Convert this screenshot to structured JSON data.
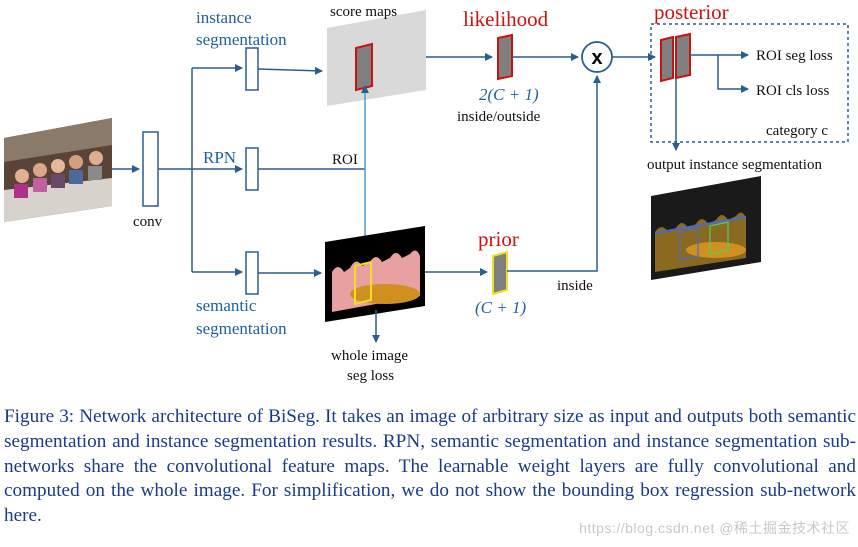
{
  "labels": {
    "instance_line1": "instance",
    "instance_line2": "segmentation",
    "rpn": "RPN",
    "semantic_line1": "semantic",
    "semantic_line2": "segmentation",
    "conv": "conv",
    "score_maps": "score maps",
    "roi": "ROI",
    "likelihood": "likelihood",
    "likelihood_dim": "2(C + 1)",
    "inside_outside": "inside/outside",
    "prior": "prior",
    "prior_dim": "(C + 1)",
    "inside": "inside",
    "multiply": "x",
    "posterior": "posterior",
    "roi_seg_loss": "ROI seg loss",
    "roi_cls_loss": "ROI cls loss",
    "category": "category c",
    "output_instance": "output instance segmentation",
    "whole_image_line1": "whole image",
    "whole_image_line2": "seg loss"
  },
  "caption": "Figure 3: Network architecture of BiSeg. It takes an image of arbitrary size as input and outputs both semantic segmentation and instance segmentation results. RPN, semantic segmentation and instance segmentation sub-networks share the convolutional feature maps. The learnable weight layers are fully convolutional and computed on the whole image. For simplification, we do not show the bounding box regression sub-network here.",
  "watermark": "https://blog.csdn.net  @稀土掘金技术社区",
  "colors": {
    "arrow": "#2a5d92",
    "label_blue": "#1f5f9f",
    "label_red": "#cc1111",
    "caption": "#1a3a8a",
    "highlight_yellow": "#f0e020",
    "feature_gray": "#7a7a7a"
  }
}
